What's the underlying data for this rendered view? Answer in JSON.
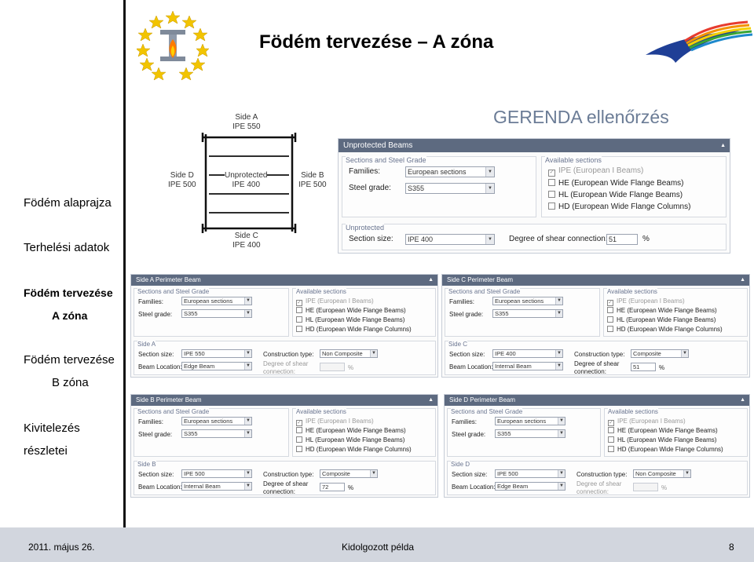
{
  "slide": {
    "title": "Födém tervezése – A zóna",
    "subtitle": "GERENDA ellenőrzés"
  },
  "nav": {
    "items": [
      {
        "line1": "Födém alaprajza",
        "line2": ""
      },
      {
        "line1": "Terhelési adatok",
        "line2": ""
      },
      {
        "line1": "Födém tervezése",
        "line2": "A zóna"
      },
      {
        "line1": "Födém tervezése",
        "line2": "B zóna"
      },
      {
        "line1": "Kivitelezés",
        "line2": "részletei"
      }
    ]
  },
  "footer": {
    "date": "2011. május 26.",
    "center": "Kidolgozott példa",
    "page": "8"
  },
  "diagram": {
    "side_a": "Side A",
    "side_a_section": "IPE 550",
    "side_b": "Side B",
    "side_b_section": "IPE 500",
    "side_c": "Side C",
    "side_c_section": "IPE 400",
    "side_d": "Side D",
    "side_d_section": "IPE 500",
    "center": "Unprotected",
    "center_section": "IPE 400"
  },
  "common": {
    "sections_group": "Sections and Steel Grade",
    "available_group": "Available sections",
    "families_label": "Families:",
    "steel_grade_label": "Steel grade:",
    "families_value": "European sections",
    "steel_grade_value": "S355",
    "section_size_label": "Section size:",
    "construction_type_label": "Construction type:",
    "beam_location_label": "Beam Location:",
    "degree_label_1": "Degree of shear",
    "degree_label_2": "connection:",
    "percent": "%",
    "sections": [
      "IPE (European I Beams)",
      "HE (European Wide Flange Beams)",
      "HL (European Wide Flange Beams)",
      "HD (European Wide Flange Columns)"
    ]
  },
  "unprotected": {
    "title": "Unprotected Beams",
    "group": "Unprotected",
    "section_size": "IPE 400",
    "degree_label": "Degree of shear connection:",
    "degree_value": "51"
  },
  "side_a": {
    "title": "Side A Perimeter Beam",
    "group": "Side A",
    "section_size": "IPE 550",
    "construction_type": "Non Composite",
    "beam_location": "Edge Beam",
    "degree_value": ""
  },
  "side_c": {
    "title": "Side C Perimeter Beam",
    "group": "Side C",
    "section_size": "IPE 400",
    "construction_type": "Composite",
    "beam_location": "Internal Beam",
    "degree_value": "51"
  },
  "side_b": {
    "title": "Side B Perimeter Beam",
    "group": "Side B",
    "section_size": "IPE 500",
    "construction_type": "Composite",
    "beam_location": "Internal Beam",
    "degree_value": "72"
  },
  "side_d": {
    "title": "Side D Perimeter Beam",
    "group": "Side D",
    "section_size": "IPE 500",
    "construction_type": "Non Composite",
    "beam_location": "Edge Beam",
    "degree_value": ""
  },
  "colors": {
    "panel_title": "#5d6a80",
    "subtitle": "#6b7c96",
    "footer": "#d2d6de"
  }
}
